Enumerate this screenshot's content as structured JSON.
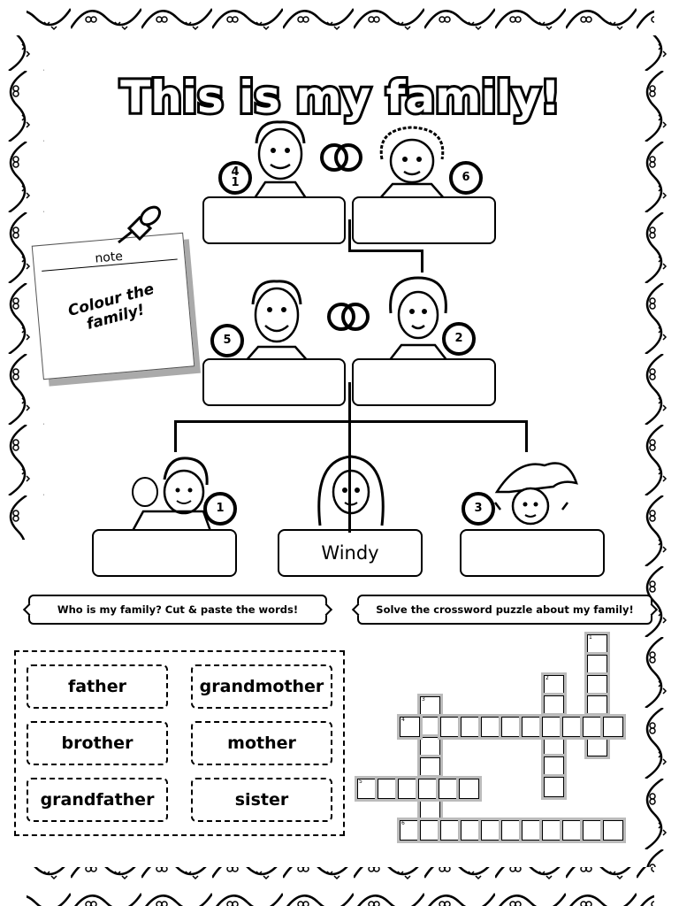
{
  "title": "This is my family!",
  "note": {
    "label": "note",
    "text": "Colour the family!"
  },
  "family": {
    "grandfather": {
      "badge": "4\n1",
      "name": ""
    },
    "grandmother": {
      "badge": "6",
      "name": ""
    },
    "father": {
      "badge": "5",
      "name": ""
    },
    "mother": {
      "badge": "2",
      "name": ""
    },
    "brother": {
      "badge": "1",
      "name": ""
    },
    "me": {
      "name": "Windy"
    },
    "sister": {
      "badge": "3",
      "name": ""
    }
  },
  "instructions": {
    "left": "Who is my family? Cut & paste the words!",
    "right": "Solve the crossword puzzle about my family!"
  },
  "words": [
    "father",
    "grandmother",
    "brother",
    "mother",
    "grandfather",
    "sister"
  ],
  "crossword": {
    "numbers": [
      "1",
      "2",
      "3",
      "4",
      "5",
      "6"
    ]
  }
}
